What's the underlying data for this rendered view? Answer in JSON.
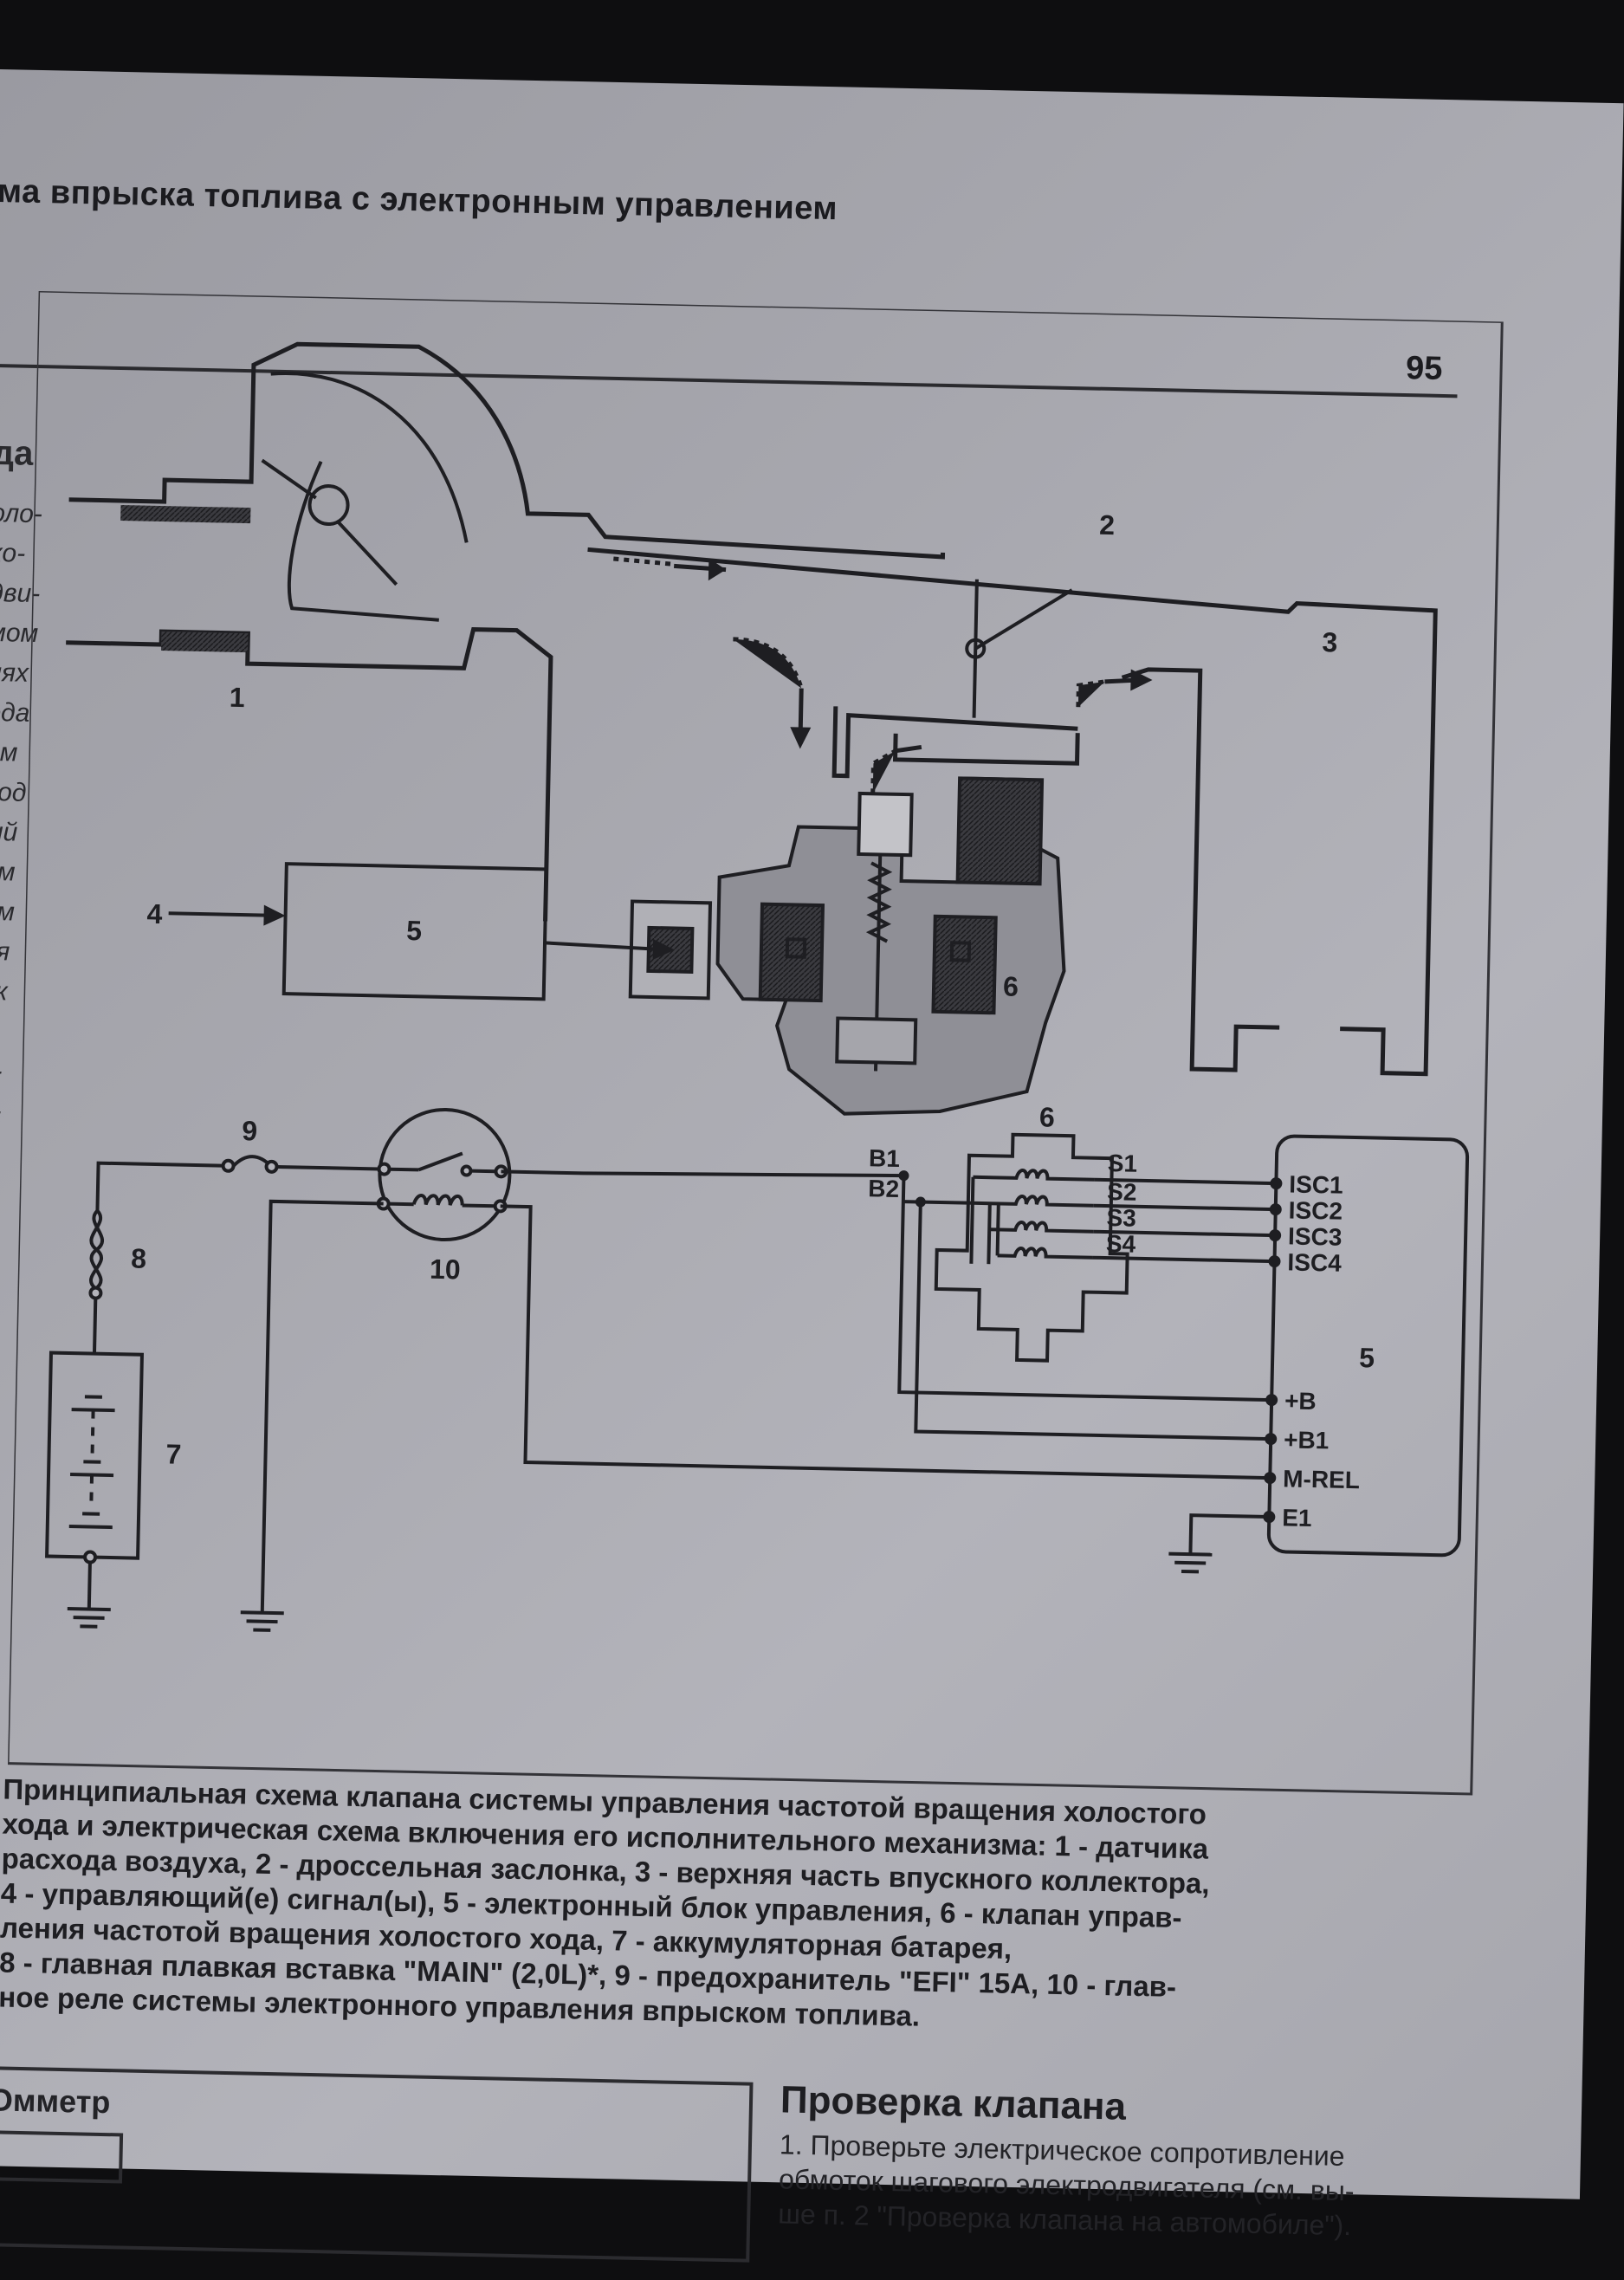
{
  "header": {
    "running_title": "ма впрыска топлива с электронным управлением",
    "page_number": "95"
  },
  "left_column": {
    "heading": "да",
    "fragments": [
      "оло-",
      "ко-",
      "дви-",
      "мом",
      "пях",
      "ода",
      "ем",
      "ход",
      "ый",
      "ем",
      "ам",
      "ия",
      "ок",
      "ы",
      "о-",
      "е-",
      "",
      "ы",
      "",
      "-",
      "-"
    ]
  },
  "figure": {
    "top_labels": [
      "1",
      "2",
      "3",
      "4",
      "5",
      "6"
    ],
    "bottom_labels": {
      "fuse": "9",
      "fusible_link": "8",
      "battery": "7",
      "relay": "10",
      "valve": "6",
      "ecu": "5"
    },
    "valve_pins_left": [
      "B1",
      "B2"
    ],
    "valve_pins_right": [
      "S1",
      "S2",
      "S3",
      "S4"
    ],
    "ecu_pins": [
      "ISC1",
      "ISC2",
      "ISC3",
      "ISC4",
      "+B",
      "+B1",
      "M-REL",
      "E1"
    ]
  },
  "caption": {
    "lines": [
      "Принципиальная схема клапана системы управления частотой вращения холостого",
      "хода и электрическая схема включения его исполнительного механизма: 1 - датчика",
      "расхода воздуха, 2 - дроссельная заслонка, 3 - верхняя часть впускного коллектора,",
      "4 - управляющий(е) сигнал(ы), 5 - электронный блок управления, 6 - клапан управ-",
      "ления частотой вращения холостого хода, 7 - аккумуляторная батарея,",
      "8 - главная плавкая вставка \"MAIN\" (2,0L)*, 9 - предохранитель \"EFI\" 15A, 10 - глав-",
      "ное реле системы электронного управления впрыском топлива."
    ]
  },
  "bottom": {
    "ohmmeter_label": "Омметр",
    "section_title": "Проверка клапана",
    "section_lines": [
      "1. Проверьте электрическое сопротивление",
      "обмоток шагового электродвигателя (см. вы-",
      "ше п. 2 \"Проверка клапана на автомобиле\")."
    ]
  }
}
